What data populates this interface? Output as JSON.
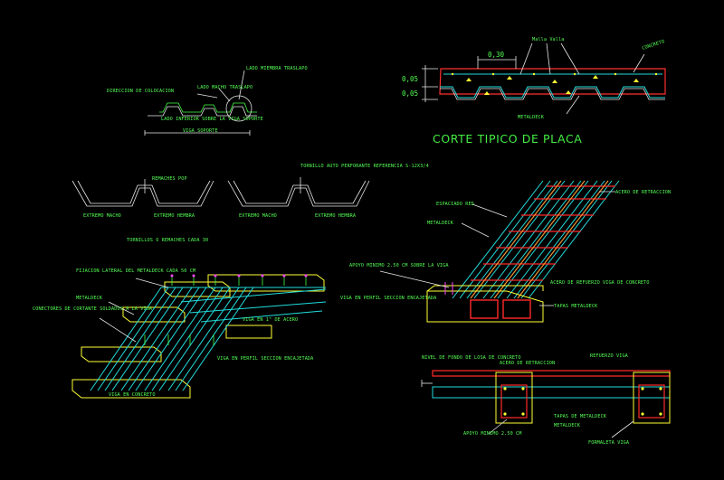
{
  "title": "CORTE TIPICO DE PLACA",
  "section": {
    "dim_spacing": "0,30",
    "dim_top": "0,05",
    "dim_bottom": "0,05",
    "label_mesh": "Malla Valla",
    "label_concrete": "CONCRETO",
    "label_metaldeck": "METALDECK"
  },
  "overlap": {
    "label_member": "LADO MIEMBRA TRASLAPO",
    "label_macho": "LADO MACHO TRASLAPO",
    "label_direction": "DIRECCION DE COLOCACION",
    "label_bottom": "LADO INFERIOR SOBRE LA VIGA SOPORTE",
    "label_beam": "VIGA SOPORTE"
  },
  "fasteners": {
    "label_pop": "REMACHES POP",
    "label_screw": "TORNILLO AUTO PERFORANTE REFERENCIA S-12X3/4",
    "label_macho_1": "EXTREMO MACHO",
    "label_hembra_1": "EXTREMO HEMBRA",
    "label_macho_2": "EXTREMO MACHO",
    "label_hembra_2": "EXTREMO HEMBRA",
    "label_spacing": "TORNILLOS O REMACHES CADA 30"
  },
  "iso_left": {
    "label_fixing": "FIJACION LATERAL DEL METALDECK CADA 50 CM",
    "label_metaldeck": "METALDECK",
    "label_connectors": "CONECTORES DE CORTANTE SOLDADOS A LA VIGA",
    "label_steel_beam": "VIGA EN PERFIL SECCION ENCAJETADA",
    "label_bar": "VIGA EN 1\" DE ACERO",
    "label_beam_profile": "VIGA EN PERFIL SECCION ENCAJETADA",
    "label_concrete_beam": "VIGA EN CONCRETO"
  },
  "iso_right": {
    "label_retraction": "ACERO DE RETRACCION",
    "label_spacing": "ESPACIADO RED",
    "label_metaldeck": "METALDECK",
    "label_support": "APOYO MINIMO 2.50 CM SOBRE LA VIGA",
    "label_reinforcement": "ACERO DE REFUERZO VIGA DE CONCRETO",
    "label_caps": "TAPAS METALDECK"
  },
  "bottom_section": {
    "label_level": "NIVEL DE FONDO DE LOSA DE CONCRETO",
    "label_retraction": "ACERO DE RETRACCION",
    "label_reinforcement": "REFUERZO VIGA",
    "label_caps": "TAPAS DE METALDECK",
    "label_metaldeck": "METALDECK",
    "label_support": "APOYO MINIMO 2.50 CM",
    "label_formwork": "FORMALETA VIGA"
  },
  "colors": {
    "background": "#000000",
    "text": "#55ff55",
    "deck": "#22dddd",
    "rebar": "#ff2a2a",
    "beam": "#ffff33"
  }
}
